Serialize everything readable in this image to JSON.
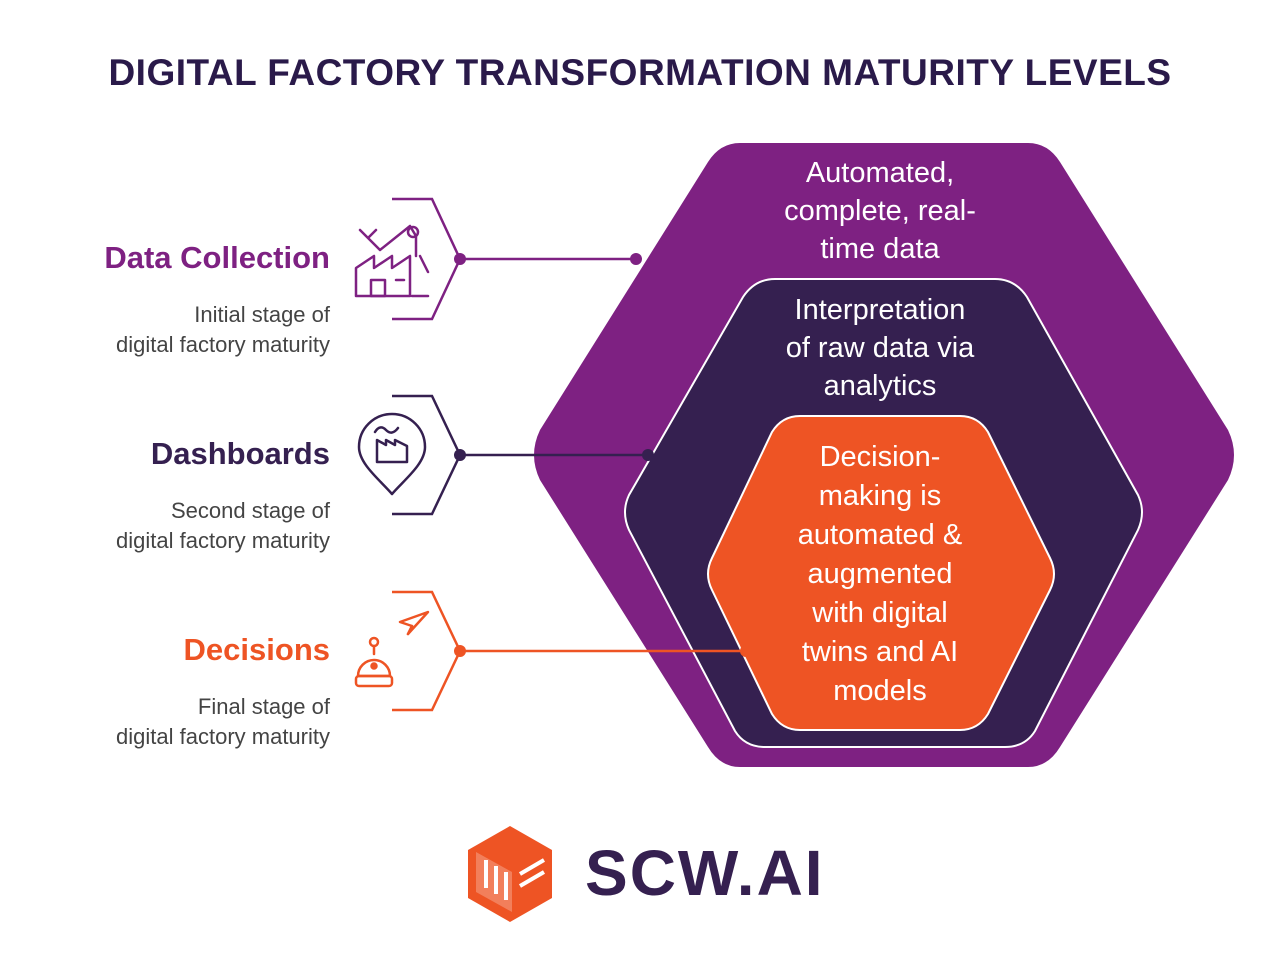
{
  "title": "DIGITAL FACTORY TRANSFORMATION MATURITY LEVELS",
  "colors": {
    "purple": "#7E2182",
    "dark_purple": "#352050",
    "orange": "#EE5424",
    "title": "#2A1A4A",
    "gray_text": "#444444"
  },
  "stages": [
    {
      "name": "Data Collection",
      "description": [
        "Initial stage of",
        "digital factory maturity"
      ],
      "icon": "factory-robot-arm-icon"
    },
    {
      "name": "Dashboards",
      "description": [
        "Second stage of",
        "digital factory maturity"
      ],
      "icon": "factory-location-pin-icon"
    },
    {
      "name": "Decisions",
      "description": [
        "Final stage of",
        "digital factory maturity"
      ],
      "icon": "robot-send-icon"
    }
  ],
  "hexagons": {
    "outer": [
      "Automated,",
      "complete, real-",
      "time data"
    ],
    "middle": [
      "Interpretation",
      "of raw data via",
      "analytics"
    ],
    "inner": [
      "Decision-",
      "making is",
      "automated &",
      "augmented",
      "with digital",
      "twins and AI",
      "models"
    ]
  },
  "logo": {
    "text": "SCW.AI",
    "icon": "box-logo-icon"
  }
}
